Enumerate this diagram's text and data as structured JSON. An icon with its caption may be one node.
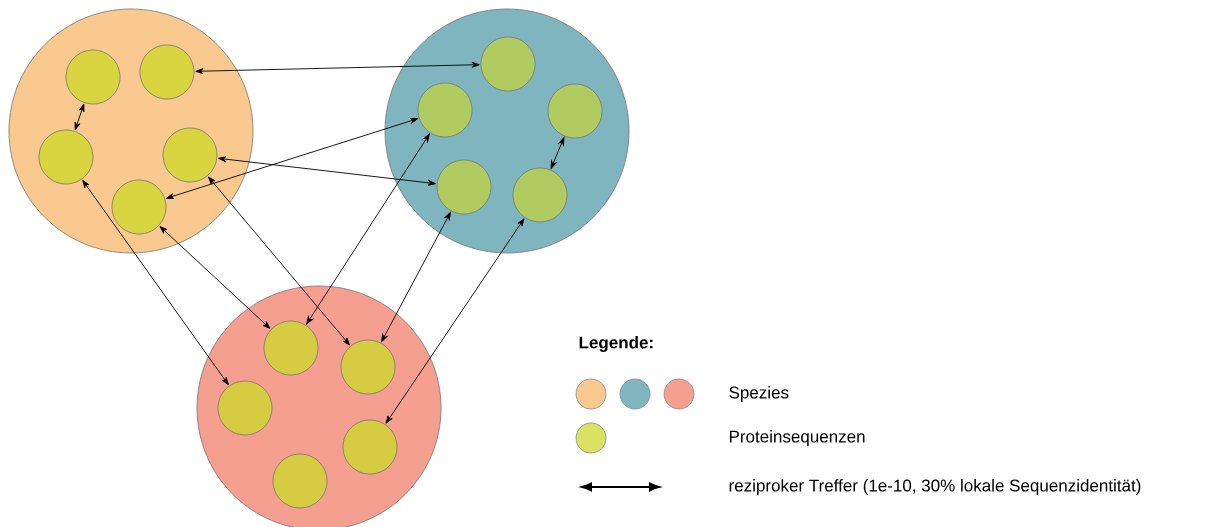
{
  "diagram": {
    "nodes": [
      {
        "text": [],
        "shape": "circle"
      },
      {
        "text": [],
        "shape": "circle"
      },
      {
        "text": [],
        "shape": "circle"
      },
      {
        "text": [],
        "shape": "circle",
        "in": 0
      },
      {
        "text": [],
        "shape": "circle",
        "in": 0
      },
      {
        "text": [],
        "shape": "circle",
        "in": 0
      },
      {
        "text": [],
        "shape": "circle",
        "in": 0
      },
      {
        "text": [],
        "shape": "circle",
        "in": 0
      },
      {
        "text": [],
        "shape": "circle",
        "in": 1
      },
      {
        "text": [],
        "shape": "circle",
        "in": 1
      },
      {
        "text": [],
        "shape": "circle",
        "in": 1
      },
      {
        "text": [],
        "shape": "circle",
        "in": 1
      },
      {
        "text": [],
        "shape": "circle",
        "in": 1
      },
      {
        "text": [],
        "shape": "circle",
        "in": 2
      },
      {
        "text": [],
        "shape": "circle",
        "in": 2
      },
      {
        "text": [],
        "shape": "circle",
        "in": 2
      },
      {
        "text": [],
        "shape": "circle",
        "in": 2
      },
      {
        "text": [],
        "shape": "circle",
        "in": 2
      }
    ],
    "edges": [
      {
        "from": 4,
        "to": 8,
        "arrow": "both"
      },
      {
        "from": 3,
        "to": 5,
        "arrow": "both"
      },
      {
        "from": 6,
        "to": 11,
        "arrow": "both"
      },
      {
        "from": 7,
        "to": 9,
        "arrow": "both"
      },
      {
        "from": 10,
        "to": 12,
        "arrow": "both"
      },
      {
        "from": 5,
        "to": 15,
        "arrow": "both"
      },
      {
        "from": 7,
        "to": 13,
        "arrow": "both"
      },
      {
        "from": 6,
        "to": 14,
        "arrow": "both"
      },
      {
        "from": 9,
        "to": 13,
        "arrow": "both"
      },
      {
        "from": 11,
        "to": 14,
        "arrow": "both"
      },
      {
        "from": 12,
        "to": 16,
        "arrow": "both"
      }
    ],
    "labels": [
      "Legende:"
    ],
    "legend": [
      {
        "text": "Spezies"
      },
      {
        "text": "Proteinsequenzen",
        "color": "#d9e361"
      },
      {
        "text": "reziproker Treffer (1e-10, 30% lokale Sequenzidentität)"
      }
    ]
  }
}
